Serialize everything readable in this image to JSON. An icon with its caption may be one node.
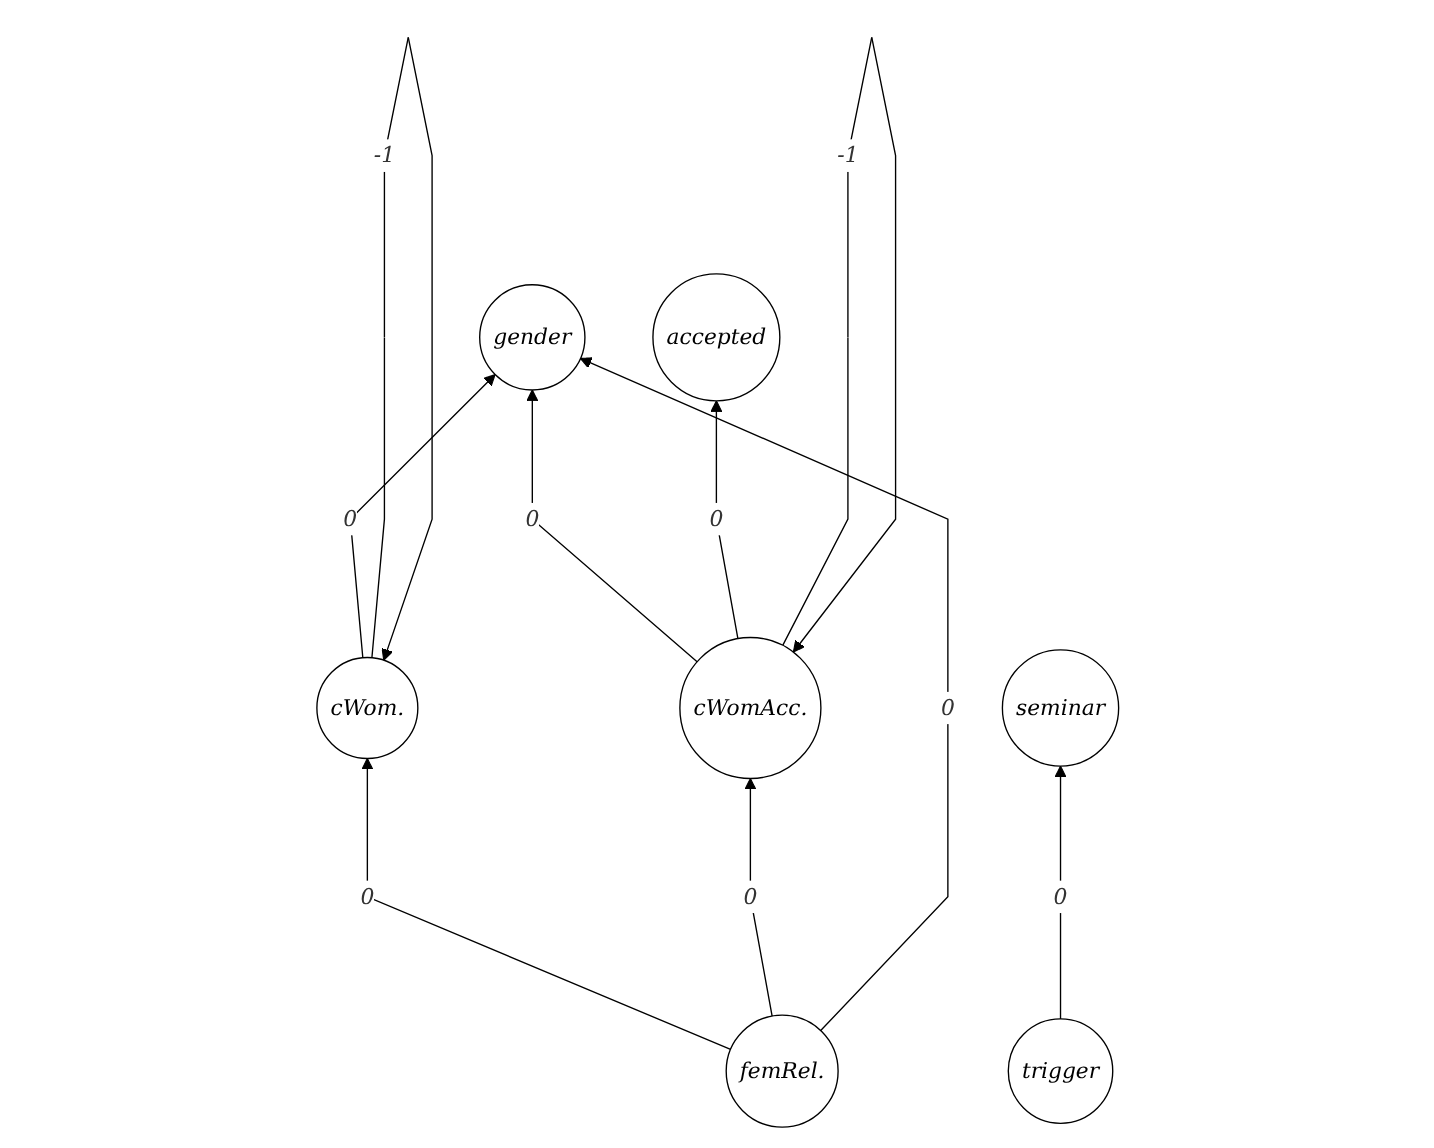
{
  "diagram": {
    "nodes": [
      {
        "text": [
          "gender"
        ]
      },
      {
        "text": [
          "accepted"
        ]
      },
      {
        "text": [
          "seminar"
        ]
      },
      {
        "text": [
          "cWom."
        ]
      },
      {
        "text": [
          "cWomAcc."
        ]
      },
      {
        "text": [
          "trigger"
        ]
      },
      {
        "text": [
          "femRel."
        ]
      }
    ],
    "edges": [
      {
        "from": 3,
        "to": 0,
        "arrow": "to",
        "label": "0"
      },
      {
        "from": 4,
        "to": 0,
        "arrow": "to",
        "label": "0"
      },
      {
        "from": 4,
        "to": 1,
        "arrow": "to",
        "label": "0"
      },
      {
        "from": 5,
        "to": 2,
        "arrow": "to",
        "label": "0"
      },
      {
        "from": 3,
        "to": 3,
        "arrow": "to",
        "label": "-1"
      },
      {
        "from": 4,
        "to": 4,
        "arrow": "to",
        "label": "-1"
      },
      {
        "from": 6,
        "to": 3,
        "arrow": "to",
        "label": "0"
      },
      {
        "from": 6,
        "to": 4,
        "arrow": "to",
        "label": "0"
      },
      {
        "from": 6,
        "to": 0,
        "arrow": "to",
        "label": "0"
      }
    ]
  }
}
